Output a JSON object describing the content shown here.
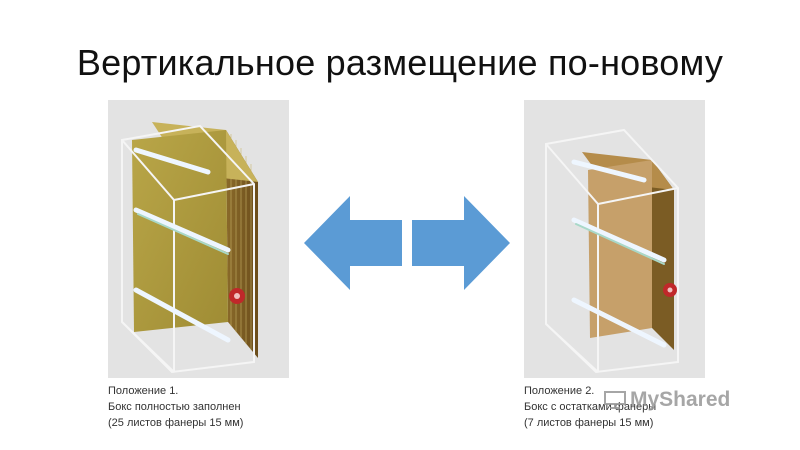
{
  "slide": {
    "title": "Вертикальное размещение по-новому"
  },
  "left_figure": {
    "caption_line1": "Положение 1.",
    "caption_line2": "Бокс полностью заполнен",
    "caption_line3": "(25 листов фанеры 15 мм)"
  },
  "right_figure": {
    "caption_line1": "Положение 2.",
    "caption_line2": "Бокс с остатками фанеры",
    "caption_line3": "(7 листов фанеры 15 мм)"
  },
  "arrows": {
    "left_icon": "arrow-left-icon",
    "right_icon": "arrow-right-icon",
    "color": "#5b9bd5"
  },
  "watermark": {
    "text": "MyShared"
  },
  "colors": {
    "plywood": "#b2a040",
    "plywood_edge": "#7a5a24",
    "frame": "#f2f2f2",
    "panel_bg": "#e3e3e3",
    "red_clamp": "#c0282a"
  }
}
